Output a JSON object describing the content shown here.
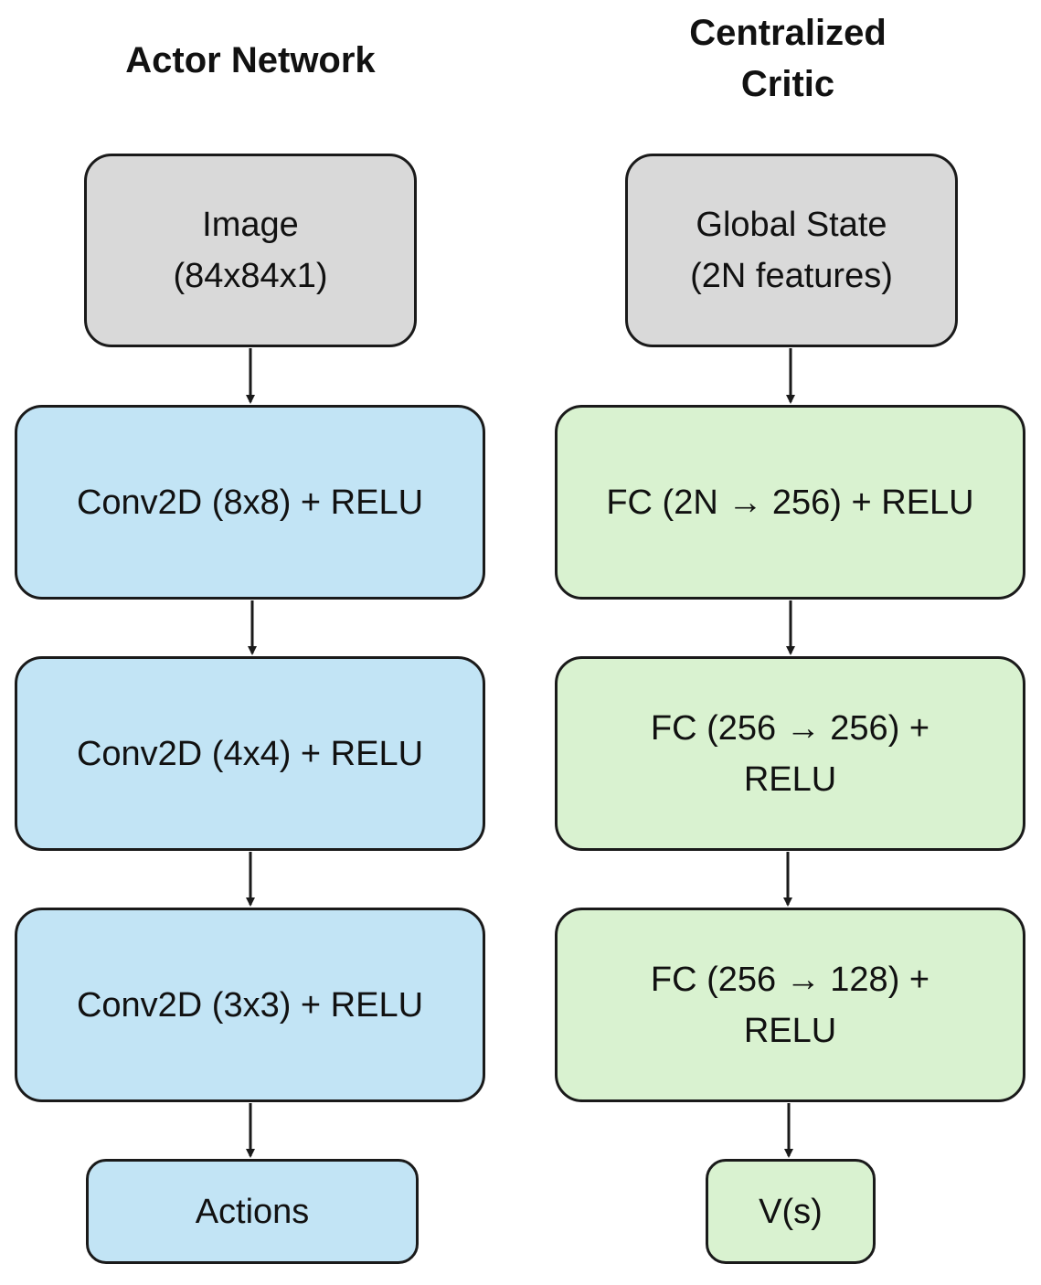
{
  "colors": {
    "input": "#d9d9d9",
    "actor": "#c2e4f5",
    "critic": "#d9f2d0",
    "stroke": "#1a1a1a"
  },
  "actor": {
    "title": "Actor Network",
    "input": "Image\n(84x84x1)",
    "layers": [
      "Conv2D (8x8) + RELU",
      "Conv2D (4x4) + RELU",
      "Conv2D (3x3) + RELU"
    ],
    "output": "Actions"
  },
  "critic": {
    "title": "Centralized\nCritic",
    "input": "Global State\n(2N features)",
    "layers": [
      "FC (2N → 256) + RELU",
      "FC (256 → 256) +\nRELU",
      "FC (256 → 128) +\nRELU"
    ],
    "output": "V(s)"
  }
}
